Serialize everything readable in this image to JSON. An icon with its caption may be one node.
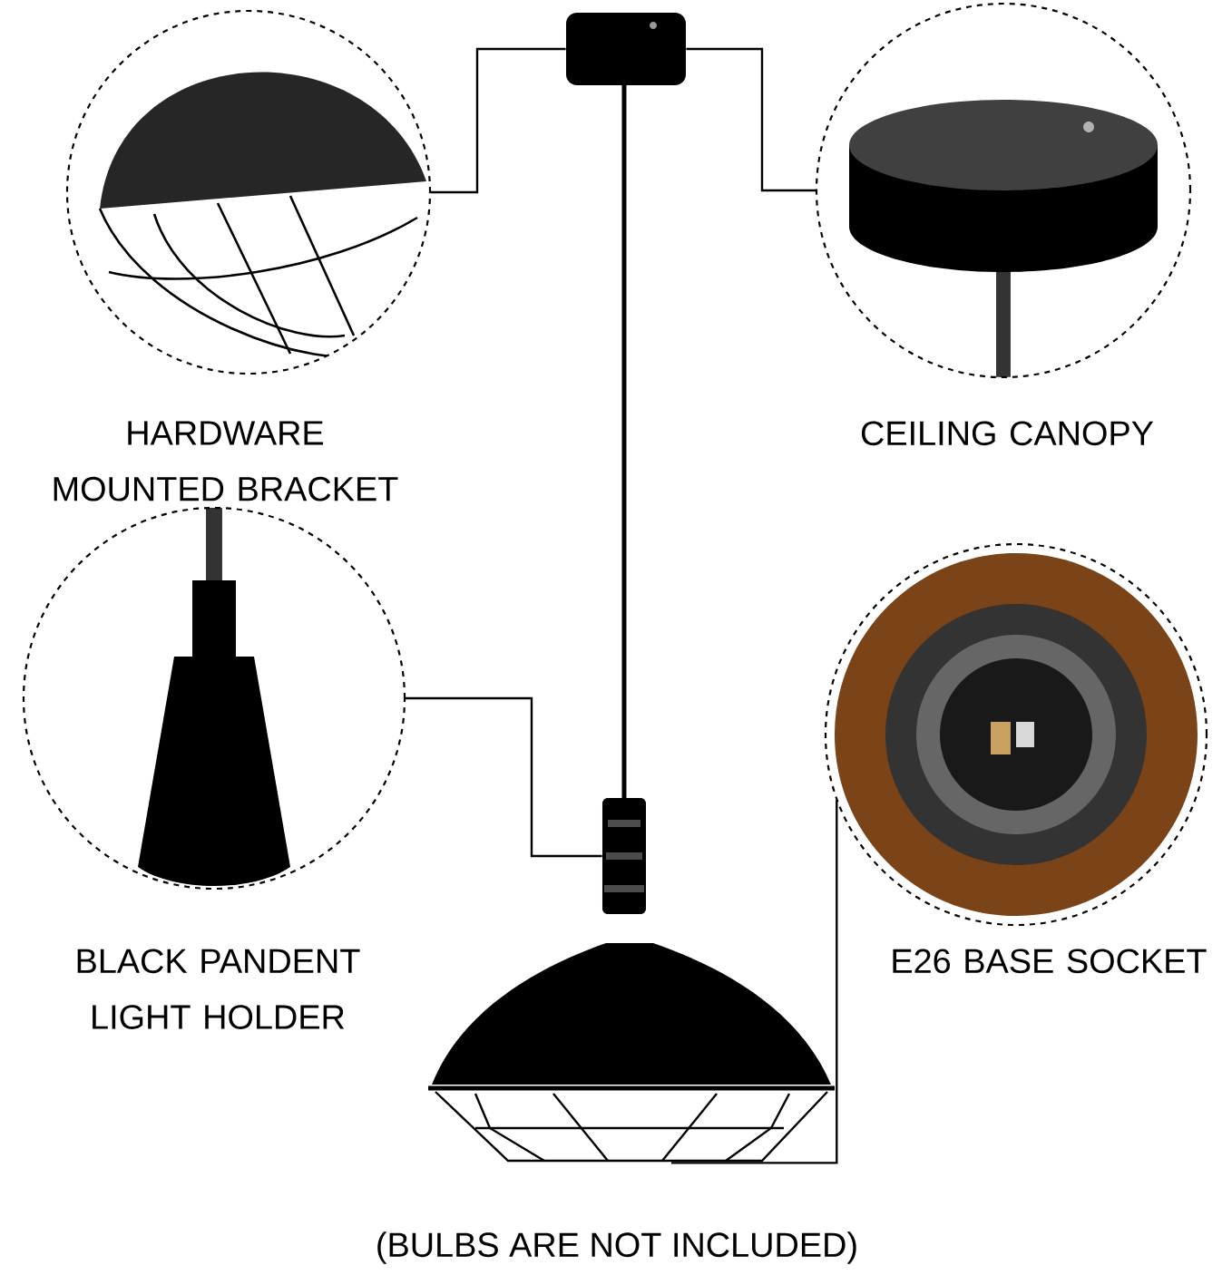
{
  "diagram": {
    "nodes": [
      {
        "text": [
          "HARDWARE MOUNTED BRACKET"
        ]
      },
      {
        "text": [
          "CEILING CANOPY"
        ]
      },
      {
        "text": [
          "BLACK PANDENT LIGHT HOLDER"
        ]
      },
      {
        "text": [
          "E26 BASE SOCKET"
        ]
      },
      {
        "text": [],
        "shape": "picture"
      },
      {
        "text": [],
        "shape": "picture"
      },
      {
        "text": [],
        "shape": "picture"
      }
    ],
    "edges": [
      {
        "from": 0,
        "to": 4,
        "arrow": "none"
      },
      {
        "from": 1,
        "to": 4,
        "arrow": "none"
      },
      {
        "from": 2,
        "to": 5,
        "arrow": "none"
      },
      {
        "from": 3,
        "to": 6,
        "arrow": "none"
      }
    ],
    "labels": [
      "(BULBS ARE NOT INCLUDED)"
    ]
  }
}
